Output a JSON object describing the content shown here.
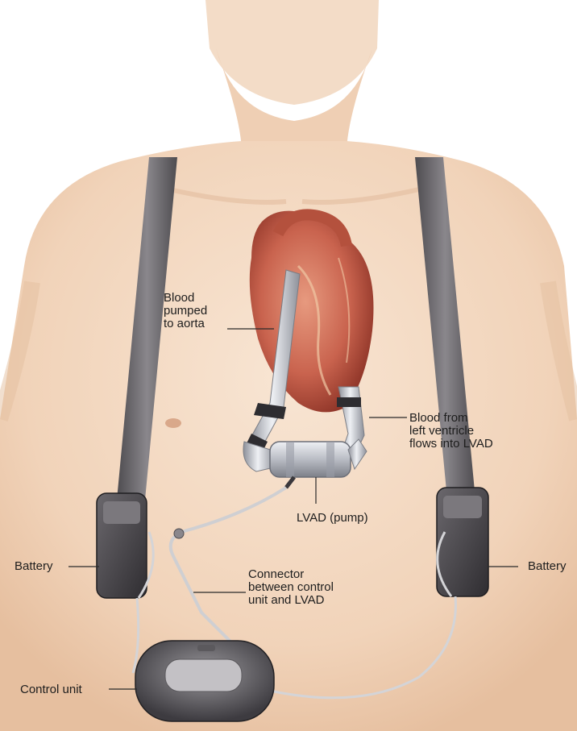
{
  "labels": {
    "blood_pumped": [
      "Blood",
      "pumped",
      "to aorta"
    ],
    "blood_from": [
      "Blood from",
      "left ventricle",
      "flows into LVAD"
    ],
    "lvad": "LVAD (pump)",
    "battery_left": "Battery",
    "battery_right": "Battery",
    "connector": [
      "Connector",
      "between control",
      "unit and LVAD"
    ],
    "control_unit": "Control unit"
  },
  "colors": {
    "skin": "#f5dcc6",
    "skin_shadow": "#e9c4a6",
    "strap": "#6f6c70",
    "heart": "#c9634e",
    "pump_metal": "#b9bcc4",
    "cable": "#d9d9d9"
  }
}
